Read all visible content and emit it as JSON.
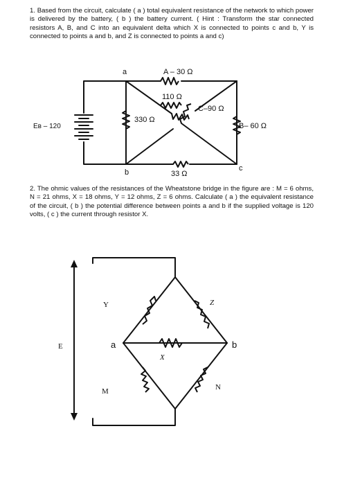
{
  "question1": {
    "text": "1. Based from the circuit, calculate ( a ) total equivalent resistance of the network to which power is delivered by the battery, ( b ) the battery current. ( Hint : Transform the star connected resistors A, B, and C into an equivalent delta which X is connected to points c and b, Y is connected to points a and b, and Z is connected to points a and c)"
  },
  "circuit1": {
    "node_a": "a",
    "node_b": "b",
    "node_c": "c",
    "label_A": "A – 30 Ω",
    "label_110": "110 Ω",
    "label_C": "C–90 Ω",
    "label_330": "330 Ω",
    "label_B": "B– 60 Ω",
    "label_33": "33 Ω",
    "label_EB": "Eʙ – 120"
  },
  "question2": {
    "text": "2. The ohmic values of the resistances of the Wheatstone bridge in the figure are : M = 6 ohms, N = 21 ohms, X = 18 ohms, Y = 12 ohms, Z = 6 ohms. Calculate ( a ) the equivalent resistance of the circuit, ( b ) the potential difference between points a and b if the supplied voltage is 120 volts, ( c ) the current through resistor X."
  },
  "circuit2": {
    "label_E": "E",
    "label_Y": "Y",
    "label_Z": "Z",
    "label_a": "a",
    "label_b": "b",
    "label_X": "X",
    "label_M": "M",
    "label_N": "N"
  }
}
